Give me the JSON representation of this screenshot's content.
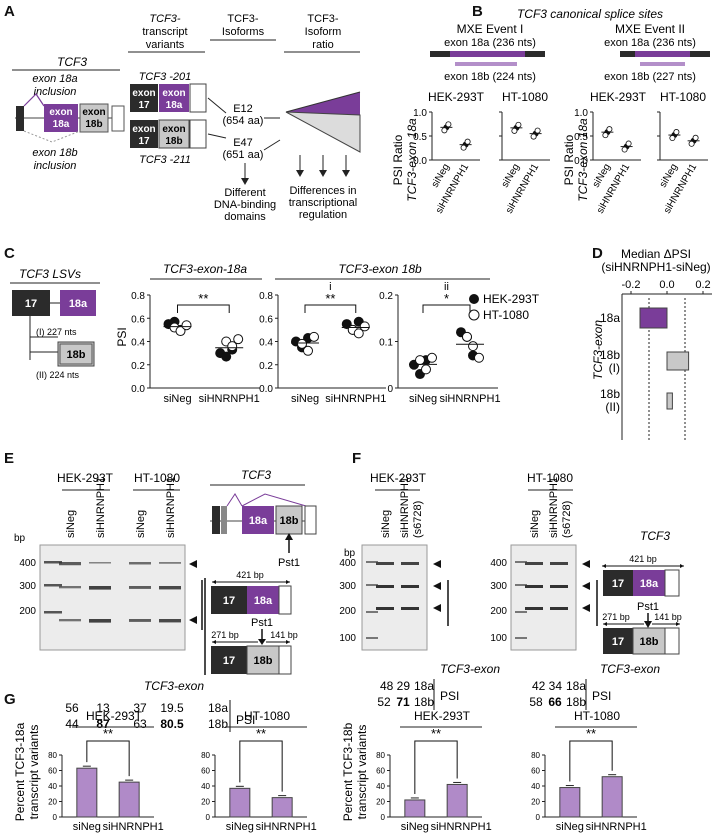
{
  "panel_letters": {
    "a": "A",
    "b": "B",
    "c": "C",
    "d": "D",
    "e": "E",
    "f": "F",
    "g": "G"
  },
  "colors": {
    "purple": "#7a3d99",
    "light_purple": "#b38fc9",
    "gray_box": "#c8c8c8",
    "dark_box": "#2b2b2b",
    "bar_purple": "#b08ac8",
    "gel_bg": "#ececec"
  },
  "panel_a": {
    "gene_title": "TCF3",
    "inclusion_18a": "exon 18a",
    "inclusion_18a_2": "inclusion",
    "inclusion_18b": "exon 18b",
    "inclusion_18b_2": "inclusion",
    "exon_18a": "exon",
    "exon_18a_2": "18a",
    "exon_18b": "exon",
    "exon_18b_2": "18b",
    "col_variants_1": "TCF3-",
    "col_variants_2": "transcript",
    "col_variants_3": "variants",
    "col_isoforms_1": "TCF3-",
    "col_isoforms_2": "Isoforms",
    "col_ratio_1": "TCF3-",
    "col_ratio_2": "Isoform",
    "col_ratio_3": "ratio",
    "variant_201": "TCF3 -201",
    "variant_211": "TCF3 -211",
    "exon17": "exon",
    "exon17_2": "17",
    "e12": "E12",
    "e12_aa": "(654 aa)",
    "e47": "E47",
    "e47_aa": "(651 aa)",
    "diff_dna_1": "Different",
    "diff_dna_2": "DNA-binding",
    "diff_dna_3": "domains",
    "diff_tx_1": "Differences in",
    "diff_tx_2": "transcriptional",
    "diff_tx_3": "regulation"
  },
  "panel_b": {
    "title": "TCF3 canonical splice sites",
    "event1": "MXE Event I",
    "event2": "MXE Event II",
    "e1_top": "exon 18a (236 nts)",
    "e1_bottom": "exon 18b (224 nts)",
    "e2_top": "exon 18a (236 nts)",
    "e2_bottom": "exon 18b (227 nts)",
    "ylabel_1": "PSI Ratio",
    "ylabel_2": "TCF3-exon 18a",
    "cell1": "HEK-293T",
    "cell2": "HT-1080",
    "tick_1": "1.0",
    "tick_05": "0.5",
    "tick_0": "0.0",
    "x_sineg": "siNeg",
    "x_sih": "siHNRNPH1"
  },
  "chart_data": [
    {
      "type": "scatter",
      "title": "HEK-293T",
      "panel": "B MXE Event I",
      "categories": [
        "siNeg",
        "siHNRNPH1"
      ],
      "values": [
        0.68,
        0.32
      ],
      "ylim": [
        0,
        1
      ]
    },
    {
      "type": "scatter",
      "title": "HT-1080",
      "panel": "B MXE Event I",
      "categories": [
        "siNeg",
        "siHNRNPH1"
      ],
      "values": [
        0.67,
        0.55
      ],
      "ylim": [
        0,
        1
      ]
    },
    {
      "type": "scatter",
      "title": "HEK-293T",
      "panel": "B MXE Event II",
      "categories": [
        "siNeg",
        "siHNRNPH1"
      ],
      "values": [
        0.58,
        0.28
      ],
      "ylim": [
        0,
        1
      ]
    },
    {
      "type": "scatter",
      "title": "HT-1080",
      "panel": "B MXE Event II",
      "categories": [
        "siNeg",
        "siHNRNPH1"
      ],
      "values": [
        0.52,
        0.4
      ],
      "ylim": [
        0,
        1
      ]
    },
    {
      "type": "scatter",
      "title": "TCF3-exon-18a",
      "panel": "C",
      "categories": [
        "siNeg",
        "siHNRNPH1"
      ],
      "ylabel": "PSI",
      "ylim": [
        0,
        0.8
      ],
      "series": [
        {
          "name": "HEK-293T",
          "values": [
            [
              0.55,
              0.57,
              0.5
            ],
            [
              0.3,
              0.27,
              0.33
            ]
          ]
        },
        {
          "name": "HT-1080",
          "values": [
            [
              0.52,
              0.49,
              0.54
            ],
            [
              0.4,
              0.36,
              0.42
            ]
          ]
        }
      ]
    },
    {
      "type": "scatter",
      "title": "TCF3-exon 18b (i)",
      "panel": "C",
      "categories": [
        "siNeg",
        "siHNRNPH1"
      ],
      "ylim": [
        0,
        0.8
      ],
      "series": [
        {
          "name": "HEK-293T",
          "values": [
            [
              0.4,
              0.35,
              0.43
            ],
            [
              0.55,
              0.5,
              0.57
            ]
          ]
        },
        {
          "name": "HT-1080",
          "values": [
            [
              0.38,
              0.32,
              0.44
            ],
            [
              0.5,
              0.47,
              0.53
            ]
          ]
        }
      ]
    },
    {
      "type": "scatter",
      "title": "TCF3-exon 18b (ii)",
      "panel": "C",
      "categories": [
        "siNeg",
        "siHNRNPH1"
      ],
      "ylim": [
        0,
        0.2
      ],
      "series": [
        {
          "name": "HEK-293T",
          "values": [
            [
              0.05,
              0.03,
              0.06
            ],
            [
              0.12,
              0.11,
              0.07
            ]
          ]
        },
        {
          "name": "HT-1080",
          "values": [
            [
              0.06,
              0.04,
              0.065
            ],
            [
              0.11,
              0.09,
              0.065
            ]
          ]
        }
      ]
    },
    {
      "type": "bar",
      "title": "Median ΔPSI",
      "subtitle": "(siHNRNPH1-siNeg)",
      "panel": "D",
      "orientation": "horizontal",
      "categories": [
        "18a",
        "18b (I)",
        "18b (II)"
      ],
      "values": [
        -0.15,
        0.12,
        0.03
      ],
      "xlim": [
        -0.25,
        0.25
      ]
    },
    {
      "type": "bar",
      "title": "HEK-293T",
      "panel": "G 18a",
      "categories": [
        "siNeg",
        "siHNRNPH1"
      ],
      "values": [
        63,
        45
      ],
      "ylim": [
        0,
        80
      ]
    },
    {
      "type": "bar",
      "title": "HT-1080",
      "panel": "G 18a",
      "categories": [
        "siNeg",
        "siHNRNPH1"
      ],
      "values": [
        37,
        25
      ],
      "ylim": [
        0,
        80
      ]
    },
    {
      "type": "bar",
      "title": "HEK-293T",
      "panel": "G 18b",
      "categories": [
        "siNeg",
        "siHNRNPH1"
      ],
      "values": [
        22,
        42
      ],
      "ylim": [
        0,
        80
      ]
    },
    {
      "type": "bar",
      "title": "HT-1080",
      "panel": "G 18b",
      "categories": [
        "siNeg",
        "siHNRNPH1"
      ],
      "values": [
        38,
        52
      ],
      "ylim": [
        0,
        80
      ]
    }
  ],
  "panel_c": {
    "lsv_title": "TCF3 LSVs",
    "exon17": "17",
    "exon18a": "18a",
    "exon18b": "18b",
    "i_len": "(I) 227 nts",
    "ii_len": "(II) 224 nts",
    "plot1_title": "TCF3-exon-18a",
    "plot2_title": "TCF3-exon 18b",
    "ylabel": "PSI",
    "ticks_a": [
      "0.8",
      "0.6",
      "0.4",
      "0.2",
      "0.0"
    ],
    "ticks_b": [
      "0.8",
      "0.6",
      "0.4",
      "0.2",
      "0.0"
    ],
    "ticks_c": [
      "0.2",
      "0.1",
      "0"
    ],
    "sig1": "**",
    "sig2": "**",
    "sig3": "*",
    "roman_i": "i",
    "roman_ii": "ii",
    "legend_hek": "HEK-293T",
    "legend_ht": "HT-1080",
    "x_sineg": "siNeg",
    "x_sih": "siHNRNPH1"
  },
  "panel_d": {
    "title_1": "Median ΔPSI",
    "title_2": "(siHNRNPH1-siNeg)",
    "ticks": [
      "-0.2",
      "0.0",
      "0.2"
    ],
    "cat_18a": "18a",
    "cat_18b": "18b",
    "cat_i": "(I)",
    "cat_18b2": "18b",
    "cat_ii": "(II)",
    "ylabel": "TCF3-exon"
  },
  "panel_e": {
    "cell1": "HEK-293T",
    "cell2": "HT-1080",
    "lanes": [
      "siNeg",
      "siHNRNPH1",
      "siNeg",
      "siHNRNPH1"
    ],
    "bp": "bp",
    "bp_ticks": [
      "400",
      "300",
      "200"
    ],
    "gene": "TCF3",
    "ex18a": "18a",
    "ex18b": "18b",
    "ex17": "17",
    "pst1": "Pst1",
    "len421": "421 bp",
    "len271": "271 bp",
    "len141": "141 bp",
    "exon_label": "TCF3-exon",
    "psi": "PSI",
    "row18a": [
      "56",
      "13",
      "37",
      "19.5"
    ],
    "row18b": [
      "44",
      "87",
      "63",
      "80.5"
    ],
    "row18a_label": "18a",
    "row18b_label": "18b"
  },
  "panel_f": {
    "cell1": "HEK-293T",
    "cell2": "HT-1080",
    "lane_neg": "siNeg",
    "lane_sih": "siHNRNPH1",
    "lane_id": "(s6728)",
    "bp": "bp",
    "bp_ticks": [
      "400",
      "300",
      "200",
      "100"
    ],
    "gene": "TCF3",
    "ex17": "17",
    "ex18a": "18a",
    "ex18b": "18b",
    "pst1": "Pst1",
    "len421": "421 bp",
    "len271": "271 bp",
    "len141": "141 bp",
    "exon_label": "TCF3-exon",
    "psi": "PSI",
    "hek_18a": "48 29",
    "hek_18b_a": "52",
    "hek_18b_b": "71",
    "ht_18a": "42 34",
    "ht_18b_a": "58",
    "ht_18b_b": "66",
    "row18a_label": "18a",
    "row18b_label": "18b"
  },
  "panel_g": {
    "ylabel_a_1": "Percent TCF3-18a",
    "ylabel_a_2": "transcript variants",
    "ylabel_b_1": "Percent TCF3-18b",
    "ylabel_b_2": "transcript variants",
    "cell1": "HEK-293T",
    "cell2": "HT-1080",
    "ticks": [
      "80",
      "60",
      "40",
      "20",
      "0"
    ],
    "sig": "**",
    "x_sineg": "siNeg",
    "x_sih": "siHNRNPH1"
  }
}
